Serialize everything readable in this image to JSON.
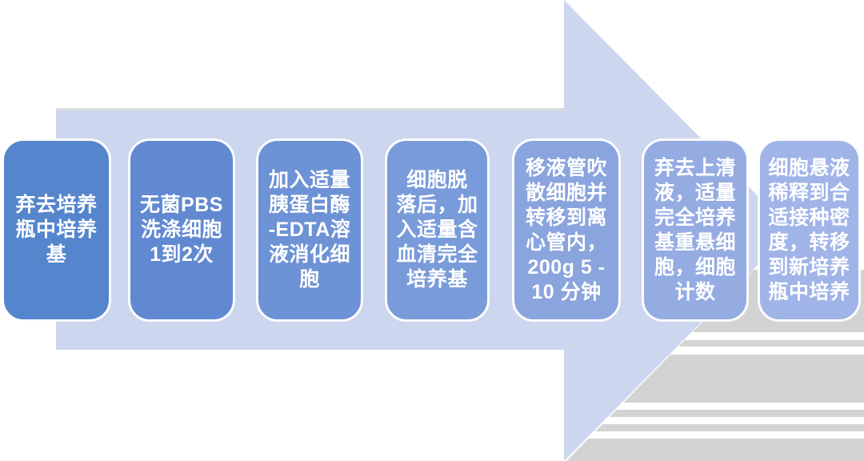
{
  "diagram": {
    "type": "process-flow",
    "direction": "right",
    "background_color": "#ffffff",
    "arrow": {
      "fill_color": "#ccd6ee",
      "edge_color": "#dadada",
      "shadow_color": "#d3d3d3"
    },
    "steps": [
      {
        "label": "弃去培养\n瓶中培养\n基",
        "color": "#5586cd"
      },
      {
        "label": "无菌PBS\n洗涤细胞\n1到2次",
        "color": "#6189d1"
      },
      {
        "label": "加入适量\n胰蛋白酶\n-EDTA溶\n液消化细\n胞",
        "color": "#6d92d5"
      },
      {
        "label": "细胞脱\n落后，加\n入适量含\n血清完全\n培养基",
        "color": "#7a9bd9"
      },
      {
        "label": "移液管吹\n散细胞并\n转移到离\n心管内，\n200g 5 -\n10 分钟",
        "color": "#8aa4de"
      },
      {
        "label": "弃去上清\n液，适量\n完全培养\n基重悬细\n胞，细胞\n计数",
        "color": "#95ace3"
      },
      {
        "label": "细胞悬液\n稀释到合\n适接种密\n度，转移\n到新培养\n瓶中培养",
        "color": "#a0b4e8"
      }
    ]
  }
}
